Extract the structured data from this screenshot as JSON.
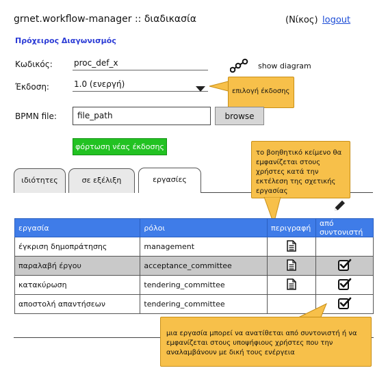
{
  "header": {
    "title": "grnet.workflow-manager :: διαδικασία",
    "user": "(Νίκος)",
    "logout": "logout"
  },
  "subtitle": "Πρόχειρος Διαγωνισμός",
  "form": {
    "code_label": "Κωδικός:",
    "code_value": "proc_def_x",
    "version_label": "Έκδοση:",
    "version_value": "1.0 (ενεργή)",
    "bpmn_label": "BPMN file:",
    "bpmn_value": "file_path",
    "browse": "browse",
    "show_diagram": "show diagram",
    "upload_button": "φόρτωση νέας έκδοσης"
  },
  "notes": {
    "version_note": "επιλογή έκδοσης",
    "help_note": "το βοηθητικό κείμενο θα εμφανίζεται στους χρήστες κατά την εκτέλεση της σχετικής εργασίας",
    "supervisor_note": "μια εργασία μπορεί να ανατίθεται από συντονιστή ή να εμφανίζεται στους υποψήφιους χρήστες που την αναλαμβάνουν με δική τους ενέργεια"
  },
  "tabs": [
    {
      "label": "ιδιότητες",
      "active": false
    },
    {
      "label": "σε εξέλιξη",
      "active": false
    },
    {
      "label": "εργασίες",
      "active": true
    }
  ],
  "table": {
    "headers": [
      "εργασία",
      "ρόλοι",
      "περιγραφή",
      "από συντονιστή"
    ],
    "rows": [
      {
        "task": "έγκριση δημοπράτησης",
        "role": "management",
        "has_description": true,
        "by_supervisor": false
      },
      {
        "task": "παραλαβή έργου",
        "role": "acceptance_committee",
        "has_description": true,
        "by_supervisor": true
      },
      {
        "task": "κατακύρωση",
        "role": "tendering_committee",
        "has_description": true,
        "by_supervisor": true
      },
      {
        "task": "αποστολή απαντήσεων",
        "role": "tendering_committee",
        "has_description": false,
        "by_supervisor": true
      }
    ]
  },
  "icons": {
    "diagram": "diagram-nodes-icon",
    "dropdown": "chevron-down-icon",
    "edit": "pencil-icon",
    "document": "document-icon",
    "checkbox": "checkbox-checked-icon"
  },
  "colors": {
    "accent_blue": "#3f7ce8",
    "green_button": "#22c222",
    "note_yellow": "#f7c04a",
    "link_blue": "#1a4bd6",
    "highlight_row": "#c9c9c9"
  }
}
